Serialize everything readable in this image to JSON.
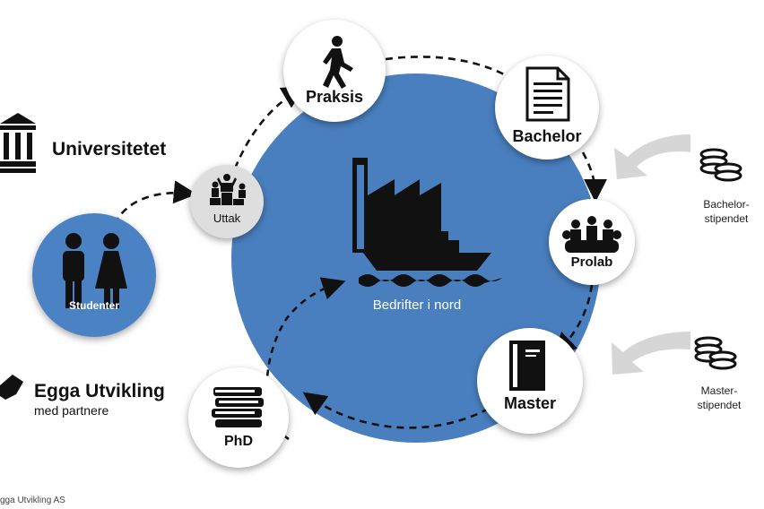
{
  "left": {
    "university": "Universitetet",
    "students": "Studenter",
    "egga_title": "Egga Utvikling",
    "egga_sub": "med partnere"
  },
  "center": {
    "label": "Bedrifter i nord"
  },
  "nodes": {
    "uttak": "Uttak",
    "praksis": "Praksis",
    "bachelor": "Bachelor",
    "prolab": "Prolab",
    "master": "Master",
    "phd": "PhD"
  },
  "right": {
    "bachelor_grant": [
      "Bachelor-",
      "stipendet"
    ],
    "master_grant": [
      "Master-",
      "stipendet"
    ]
  },
  "footer": "gga Utvikling AS",
  "colors": {
    "blue": "#4a7fbf",
    "student_blue": "#4b82c3",
    "arrow_gray": "#d6d6d6"
  }
}
